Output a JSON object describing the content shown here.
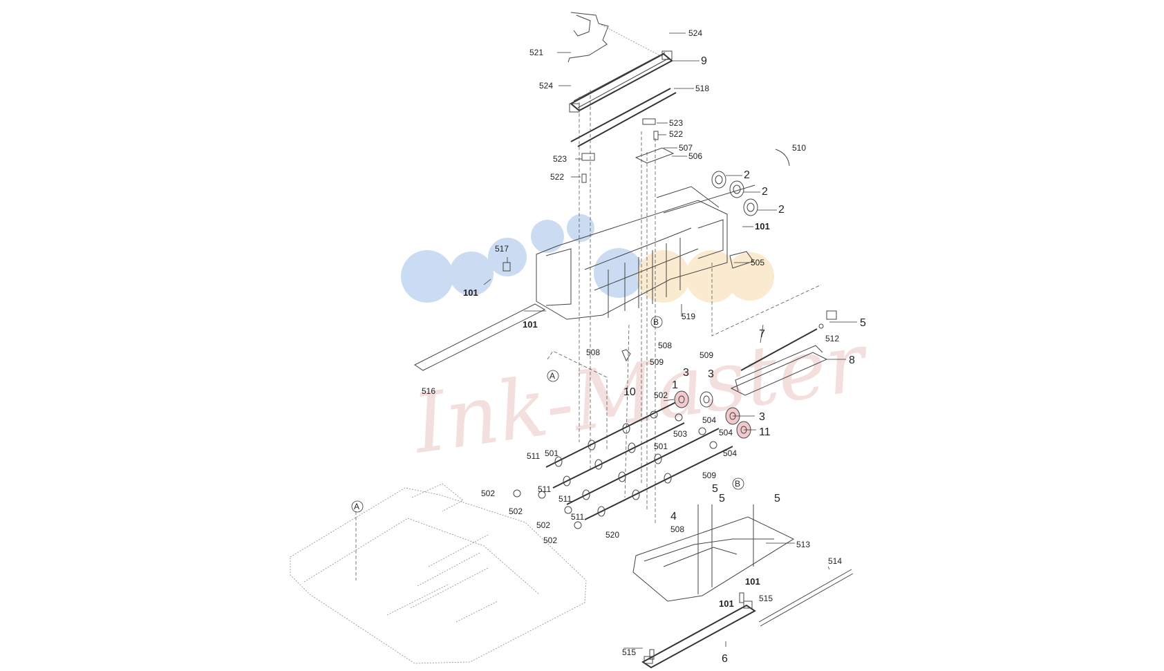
{
  "watermark": {
    "text": "Ink-Master",
    "color": "#c9736f",
    "dot_colors": [
      "#9fbfe9",
      "#f7d9a8"
    ]
  },
  "labels": {
    "l524a": "524",
    "l9": "9",
    "l521": "521",
    "l524b": "524",
    "l518": "518",
    "l523a": "523",
    "l522a": "522",
    "l507": "507",
    "l506": "506",
    "l510": "510",
    "l523b": "523",
    "l522b": "522",
    "l2a": "2",
    "l2b": "2",
    "l2c": "2",
    "l101a": "101",
    "l505": "505",
    "l517": "517",
    "l101b": "101",
    "l101c": "101",
    "l519": "519",
    "lB1": "B",
    "l508a": "508",
    "l508b": "508",
    "l509a": "509",
    "l509b": "509",
    "lA1": "A",
    "l516": "516",
    "l7": "7",
    "l512": "512",
    "l5a": "5",
    "l8": "8",
    "l10": "10",
    "l1": "1",
    "l3a": "3",
    "l3b": "3",
    "l3c": "3",
    "l502a": "502",
    "l504a": "504",
    "l503": "503",
    "l504b": "504",
    "l11": "11",
    "l501a": "501",
    "l501b": "501",
    "l504c": "504",
    "l511a": "511",
    "l502b": "502",
    "l511b": "511",
    "l502c": "502",
    "l511c": "511",
    "l502d": "502",
    "l511d": "511",
    "l502e": "502",
    "l520": "520",
    "l509c": "509",
    "lB2": "B",
    "l5b": "5",
    "l5c": "5",
    "l5d": "5",
    "l4": "4",
    "l508c": "508",
    "l513": "513",
    "l514": "514",
    "l101d": "101",
    "l515a": "515",
    "l101e": "101",
    "l6": "6",
    "l515b": "515",
    "lA2": "A"
  }
}
